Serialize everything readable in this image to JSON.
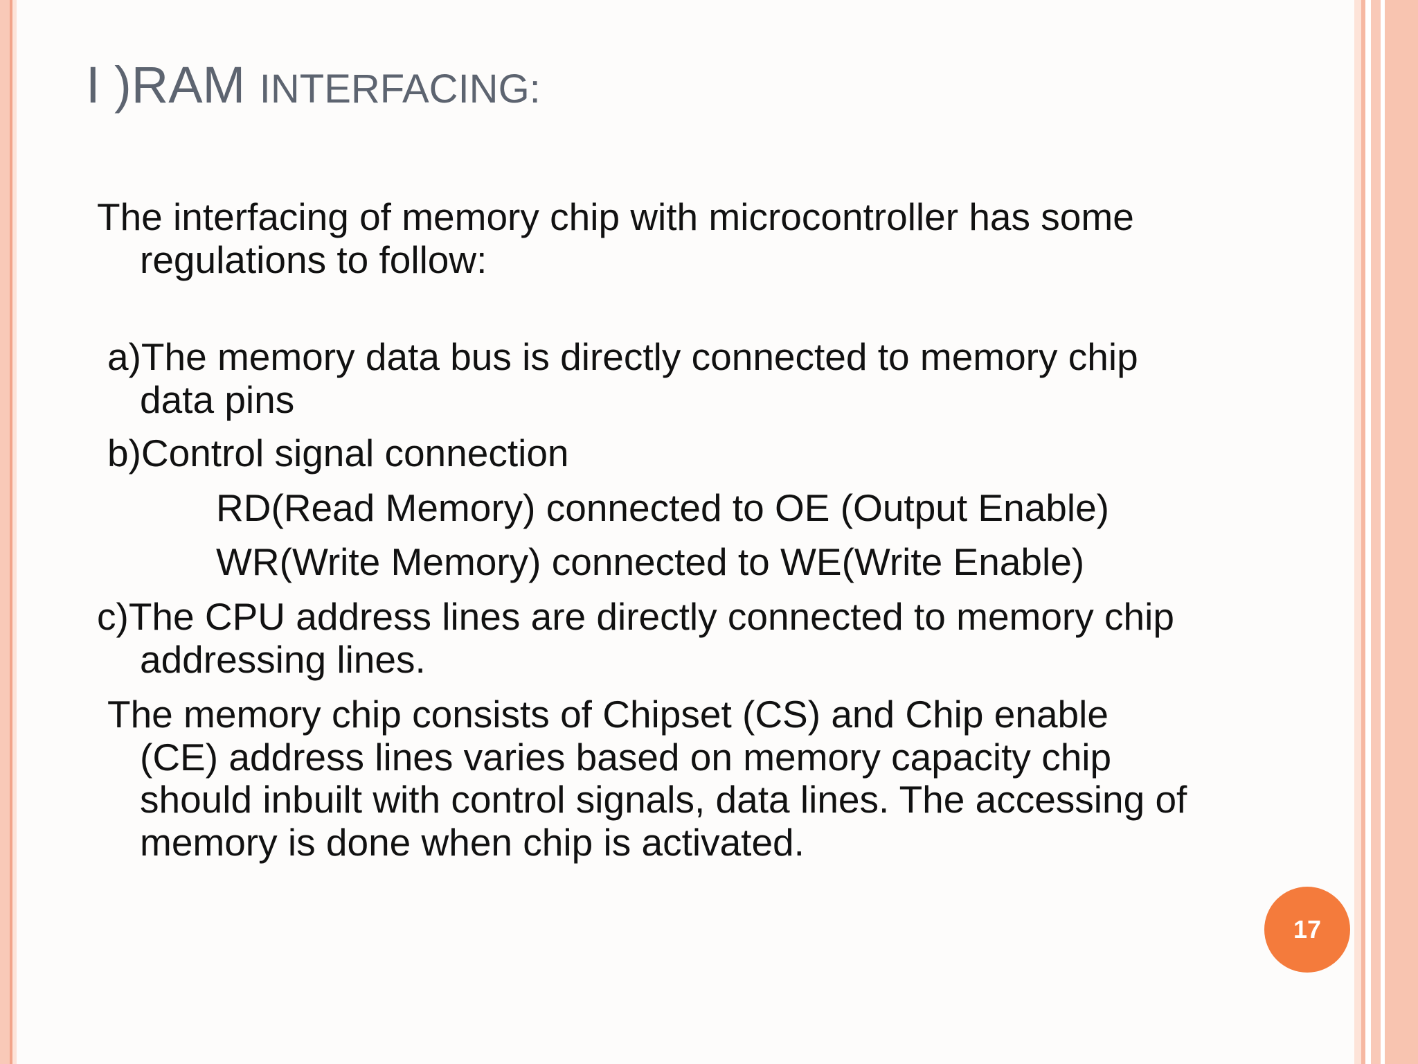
{
  "slide": {
    "title_prefix": "I )RAM ",
    "title_rest": "INTERFACING:",
    "paragraphs": [
      "The interfacing of memory chip with microcontroller has some",
      "regulations to follow:",
      "a)The memory data bus is directly connected to memory chip",
      "data pins",
      "b)Control signal connection",
      "RD(Read Memory) connected to OE (Output Enable)",
      "WR(Write Memory) connected to WE(Write Enable)",
      "c)The CPU address lines are directly connected to memory chip",
      "addressing lines.",
      "The memory chip consists of Chipset (CS) and Chip enable",
      "(CE) address lines varies based on memory capacity chip",
      "should inbuilt with control signals, data lines. The accessing of",
      "memory is done when chip is activated."
    ],
    "page_number": "17"
  },
  "colors": {
    "title": "#5d6470",
    "body_text": "#111111",
    "accent": "#f47b3c",
    "stripe": "#f9c9b8"
  }
}
